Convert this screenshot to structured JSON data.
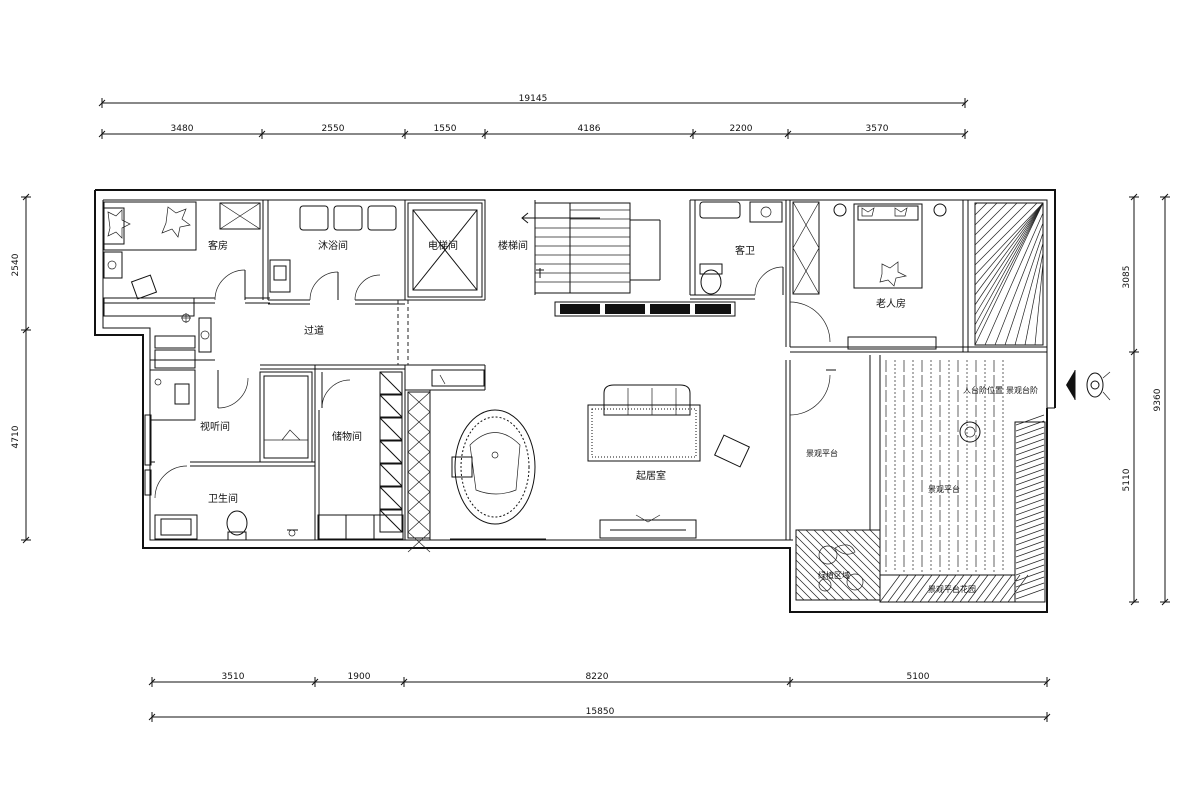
{
  "dimensions": {
    "top_total": "19145",
    "top_segments": [
      "3480",
      "2550",
      "1550",
      "4186",
      "2200",
      "3570"
    ],
    "bottom_total": "15850",
    "bottom_segments": [
      "3510",
      "1900",
      "8220",
      "5100"
    ],
    "left": [
      "2540",
      "4710"
    ],
    "right_outer": "9360",
    "right_inner": [
      "3085",
      "5110"
    ]
  },
  "rooms": {
    "guest_room": "客房",
    "bathroom": "沐浴间",
    "elevator": "电梯间",
    "stair_hall": "楼梯间",
    "guest_wc": "客卫",
    "elder_room": "老人房",
    "corridor": "过道",
    "library": "视听间",
    "storage": "储物间",
    "wc": "卫生间",
    "living": "起居室",
    "platform_left": "景观平台",
    "platform_right": "景观平台",
    "platform_garden": "景观平台花园",
    "planter_area": "绿植区域",
    "landing": "人台阶位置",
    "entry_step": "景观台阶"
  },
  "colors": {
    "line": "#111111",
    "background": "#ffffff"
  }
}
